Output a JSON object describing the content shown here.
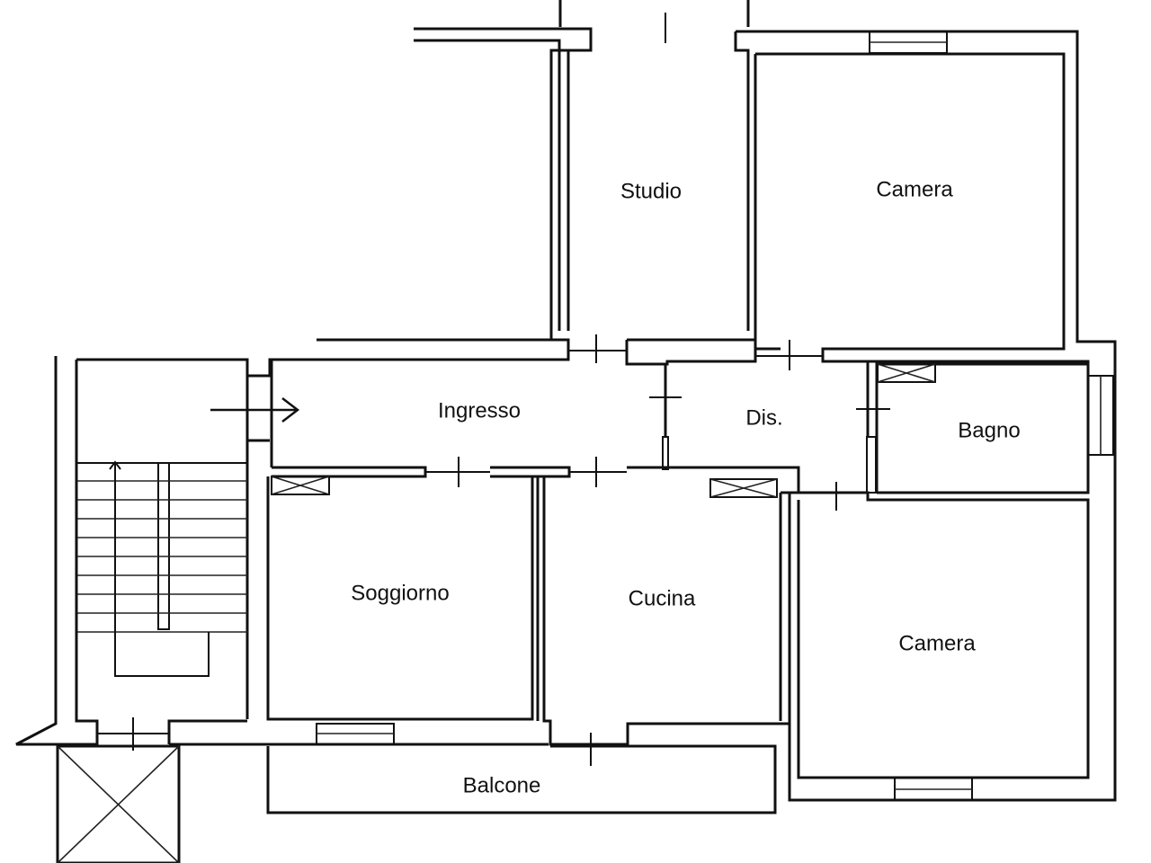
{
  "floorplan": {
    "rooms": {
      "studio": "Studio",
      "camera_top": "Camera",
      "ingresso": "Ingresso",
      "dis": "Dis.",
      "bagno": "Bagno",
      "soggiorno": "Soggiorno",
      "cucina": "Cucina",
      "camera_bottom": "Camera",
      "balcone": "Balcone"
    },
    "icons": {
      "entrance": "entrance-arrow-icon",
      "stairs": "staircase-icon",
      "elevator": "elevator-shaft-icon",
      "ventilation": "ventilation-duct-icon"
    }
  }
}
